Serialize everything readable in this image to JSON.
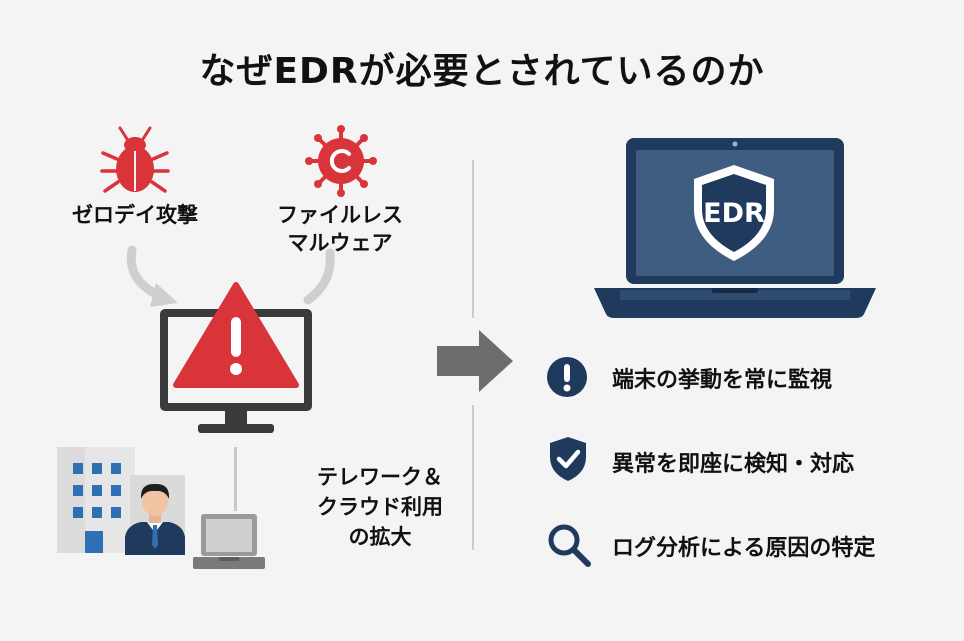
{
  "title": "なぜEDRが必要とされているのか",
  "threats": {
    "zero_day": "ゼロデイ攻撃",
    "fileless_line1": "ファイルレス",
    "fileless_line2": "マルウェア"
  },
  "telework": {
    "line1": "テレワーク＆",
    "line2": "クラウド利用",
    "line3": "の拡大"
  },
  "laptop_badge": "EDR",
  "features": [
    {
      "icon": "exclamation-circle-icon",
      "text": "端末の挙動を常に監視"
    },
    {
      "icon": "shield-check-icon",
      "text": "異常を即座に検知・対応"
    },
    {
      "icon": "magnifier-icon",
      "text": "ログ分析による原因の特定"
    }
  ],
  "colors": {
    "red": "#d8343a",
    "navy": "#1f3a5c",
    "arrow_gray": "#6d6d6d",
    "line_gray": "#c8c8c8"
  }
}
